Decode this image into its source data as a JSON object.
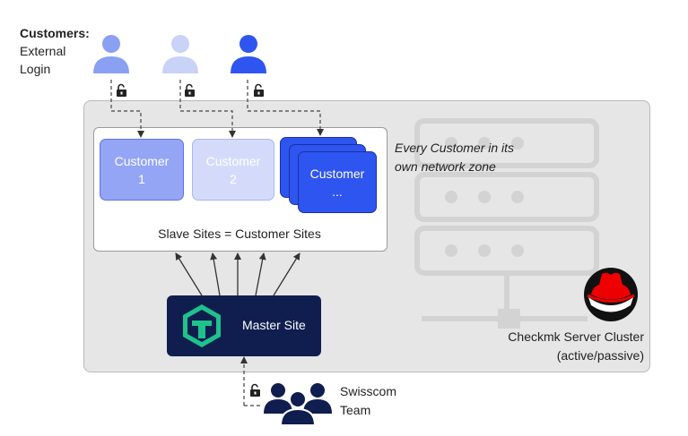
{
  "customers_label": {
    "title": "Customers:",
    "line2": "External",
    "line3": "Login"
  },
  "customer_icon_colors": [
    "#8aa0f2",
    "#c9d2f7",
    "#2f55f0"
  ],
  "customer_boxes": [
    {
      "line1": "Customer",
      "line2": "1"
    },
    {
      "line1": "Customer",
      "line2": "2"
    },
    {
      "line1": "Customer",
      "line2": "..."
    }
  ],
  "slave_sites_label": "Slave Sites = Customer Sites",
  "zone_note": {
    "line1": "Every Customer in its",
    "line2": "own network zone"
  },
  "master_site_label": "Master Site",
  "cluster_label": {
    "line1": "Checkmk Server Cluster",
    "line2": "(active/passive)"
  },
  "team_label": {
    "line1": "Swisscom",
    "line2": "Team"
  },
  "colors": {
    "navy": "#0f1e4f",
    "accent_green": "#1ec28b",
    "redhat_red": "#ee0000"
  }
}
